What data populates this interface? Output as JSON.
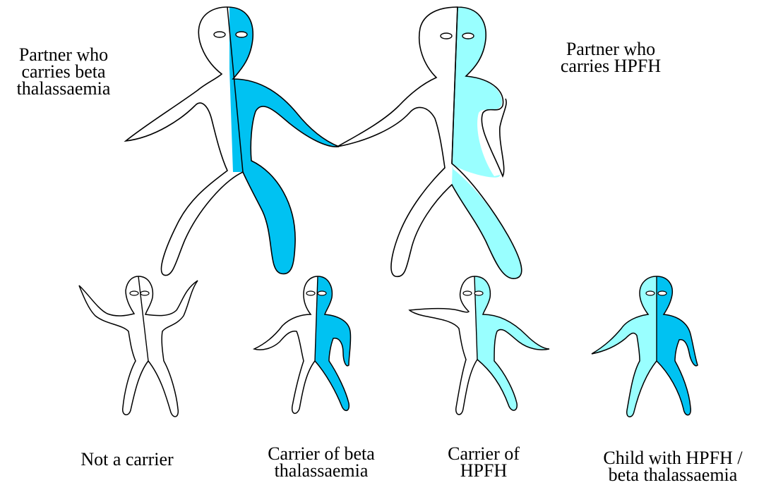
{
  "colors": {
    "beta_thalassaemia": "#00c2f2",
    "hpfh": "#99ffff",
    "unaffected": "#ffffff",
    "outline": "#000000"
  },
  "parents": {
    "left": {
      "lines": [
        "Partner who",
        "carries beta",
        "thalassaemia"
      ],
      "left_half": "unaffected",
      "right_half": "beta_thalassaemia"
    },
    "right": {
      "lines": [
        "Partner who",
        "carries HPFH"
      ],
      "left_half": "unaffected",
      "right_half": "hpfh"
    }
  },
  "children": [
    {
      "lines": [
        "Not a carrier"
      ],
      "left_half": "unaffected",
      "right_half": "unaffected"
    },
    {
      "lines": [
        "Carrier of beta",
        "thalassaemia"
      ],
      "left_half": "unaffected",
      "right_half": "beta_thalassaemia"
    },
    {
      "lines": [
        "Carrier of",
        "HPFH"
      ],
      "left_half": "unaffected",
      "right_half": "hpfh"
    },
    {
      "lines": [
        "Child with HPFH /",
        "beta thalassaemia"
      ],
      "left_half": "hpfh",
      "right_half": "beta_thalassaemia"
    }
  ]
}
